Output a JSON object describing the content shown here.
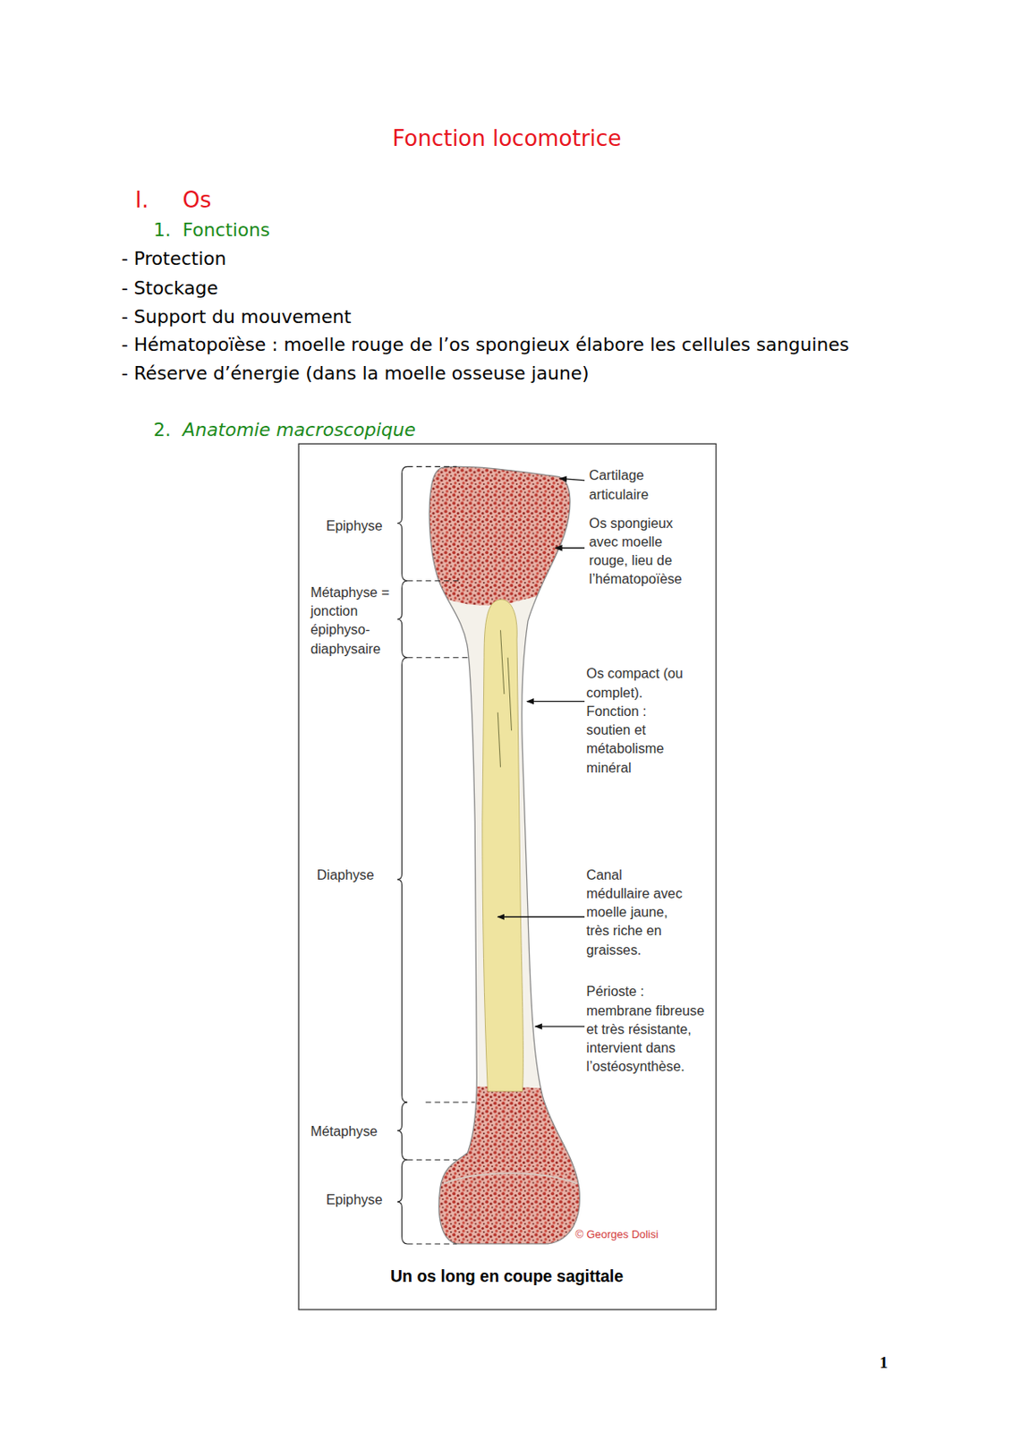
{
  "diagram": {
    "title": "Fonction locomotrice",
    "caption": "Un os long en coupe sagittale",
    "labels": [
      "I.",
      "Os",
      "1.",
      "Fonctions",
      "- Protection",
      "- Stockage",
      "- Support du mouvement",
      "- Hématopoïèse : moelle rouge de l’os spongieux élabore les cellules sanguines",
      "- Réserve d’énergie (dans la moelle osseuse jaune)",
      "2.",
      "Anatomie macroscopique",
      "Epiphyse",
      "Cartilage articulaire",
      "Os spongieux avec moelle rouge, lieu de l’hématopoïèse",
      "Métaphyse = jonction épiphyso-diaphysaire",
      "Os compact (ou complet). Fonction : soutien et métabolisme minéral",
      "Diaphyse",
      "Canal médullaire avec moelle jaune, très riche en graisses.",
      "Périoste : membrane fibreuse et très résistante, intervient dans l’ostéosynthèse.",
      "Métaphyse",
      "Epiphyse",
      "© Georges Dolisi",
      "1"
    ]
  }
}
